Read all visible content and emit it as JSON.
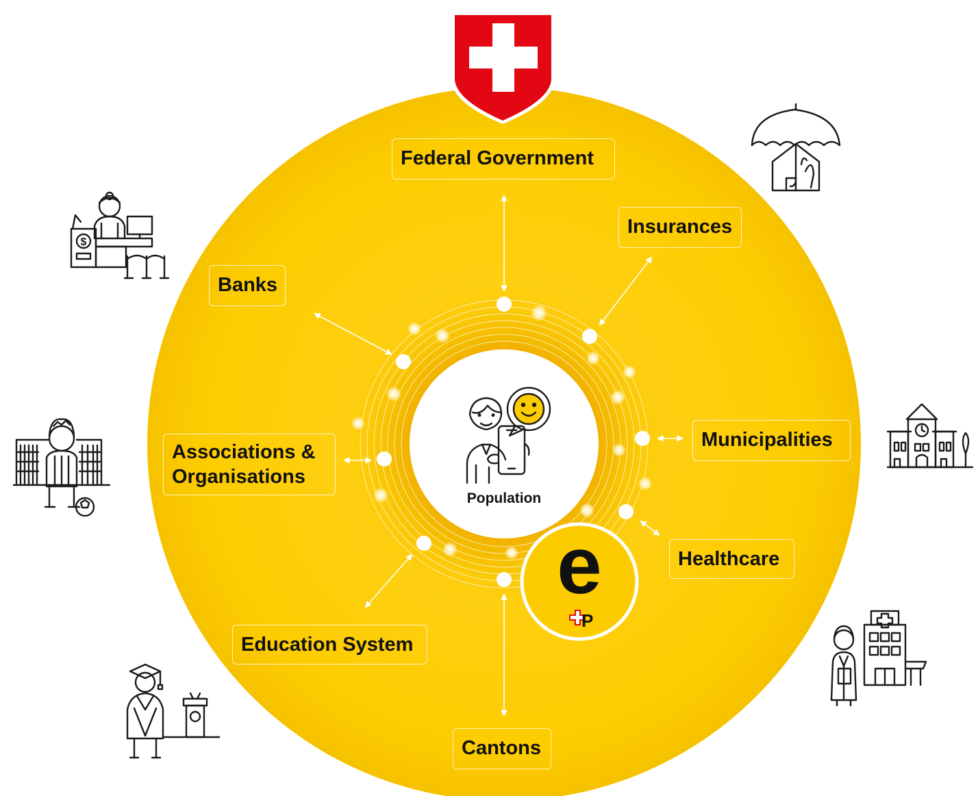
{
  "colors": {
    "ring_yellow": "#fdcc00",
    "ring_shadow": "#f1b100",
    "shield_red": "#e30613",
    "white": "#ffffff",
    "icon_stroke": "#1a1a1a"
  },
  "center": {
    "caption": "Population",
    "icon": "person-with-phone-smiley-icon"
  },
  "logo": {
    "letter": "e",
    "mark": "P"
  },
  "stakeholders": {
    "federal_government": "Federal Government",
    "insurances": "Insurances",
    "banks": "Banks",
    "municipalities": "Municipalities",
    "associations_line1": "Associations &",
    "associations_line2": "Organisations",
    "healthcare": "Healthcare",
    "education_system": "Education System",
    "cantons": "Cantons"
  },
  "icons": [
    "swiss-shield-icon",
    "umbrella-house-icon",
    "bank-teller-icon",
    "town-hall-icon",
    "football-player-icon",
    "doctor-hospital-icon",
    "graduate-podium-icon"
  ]
}
